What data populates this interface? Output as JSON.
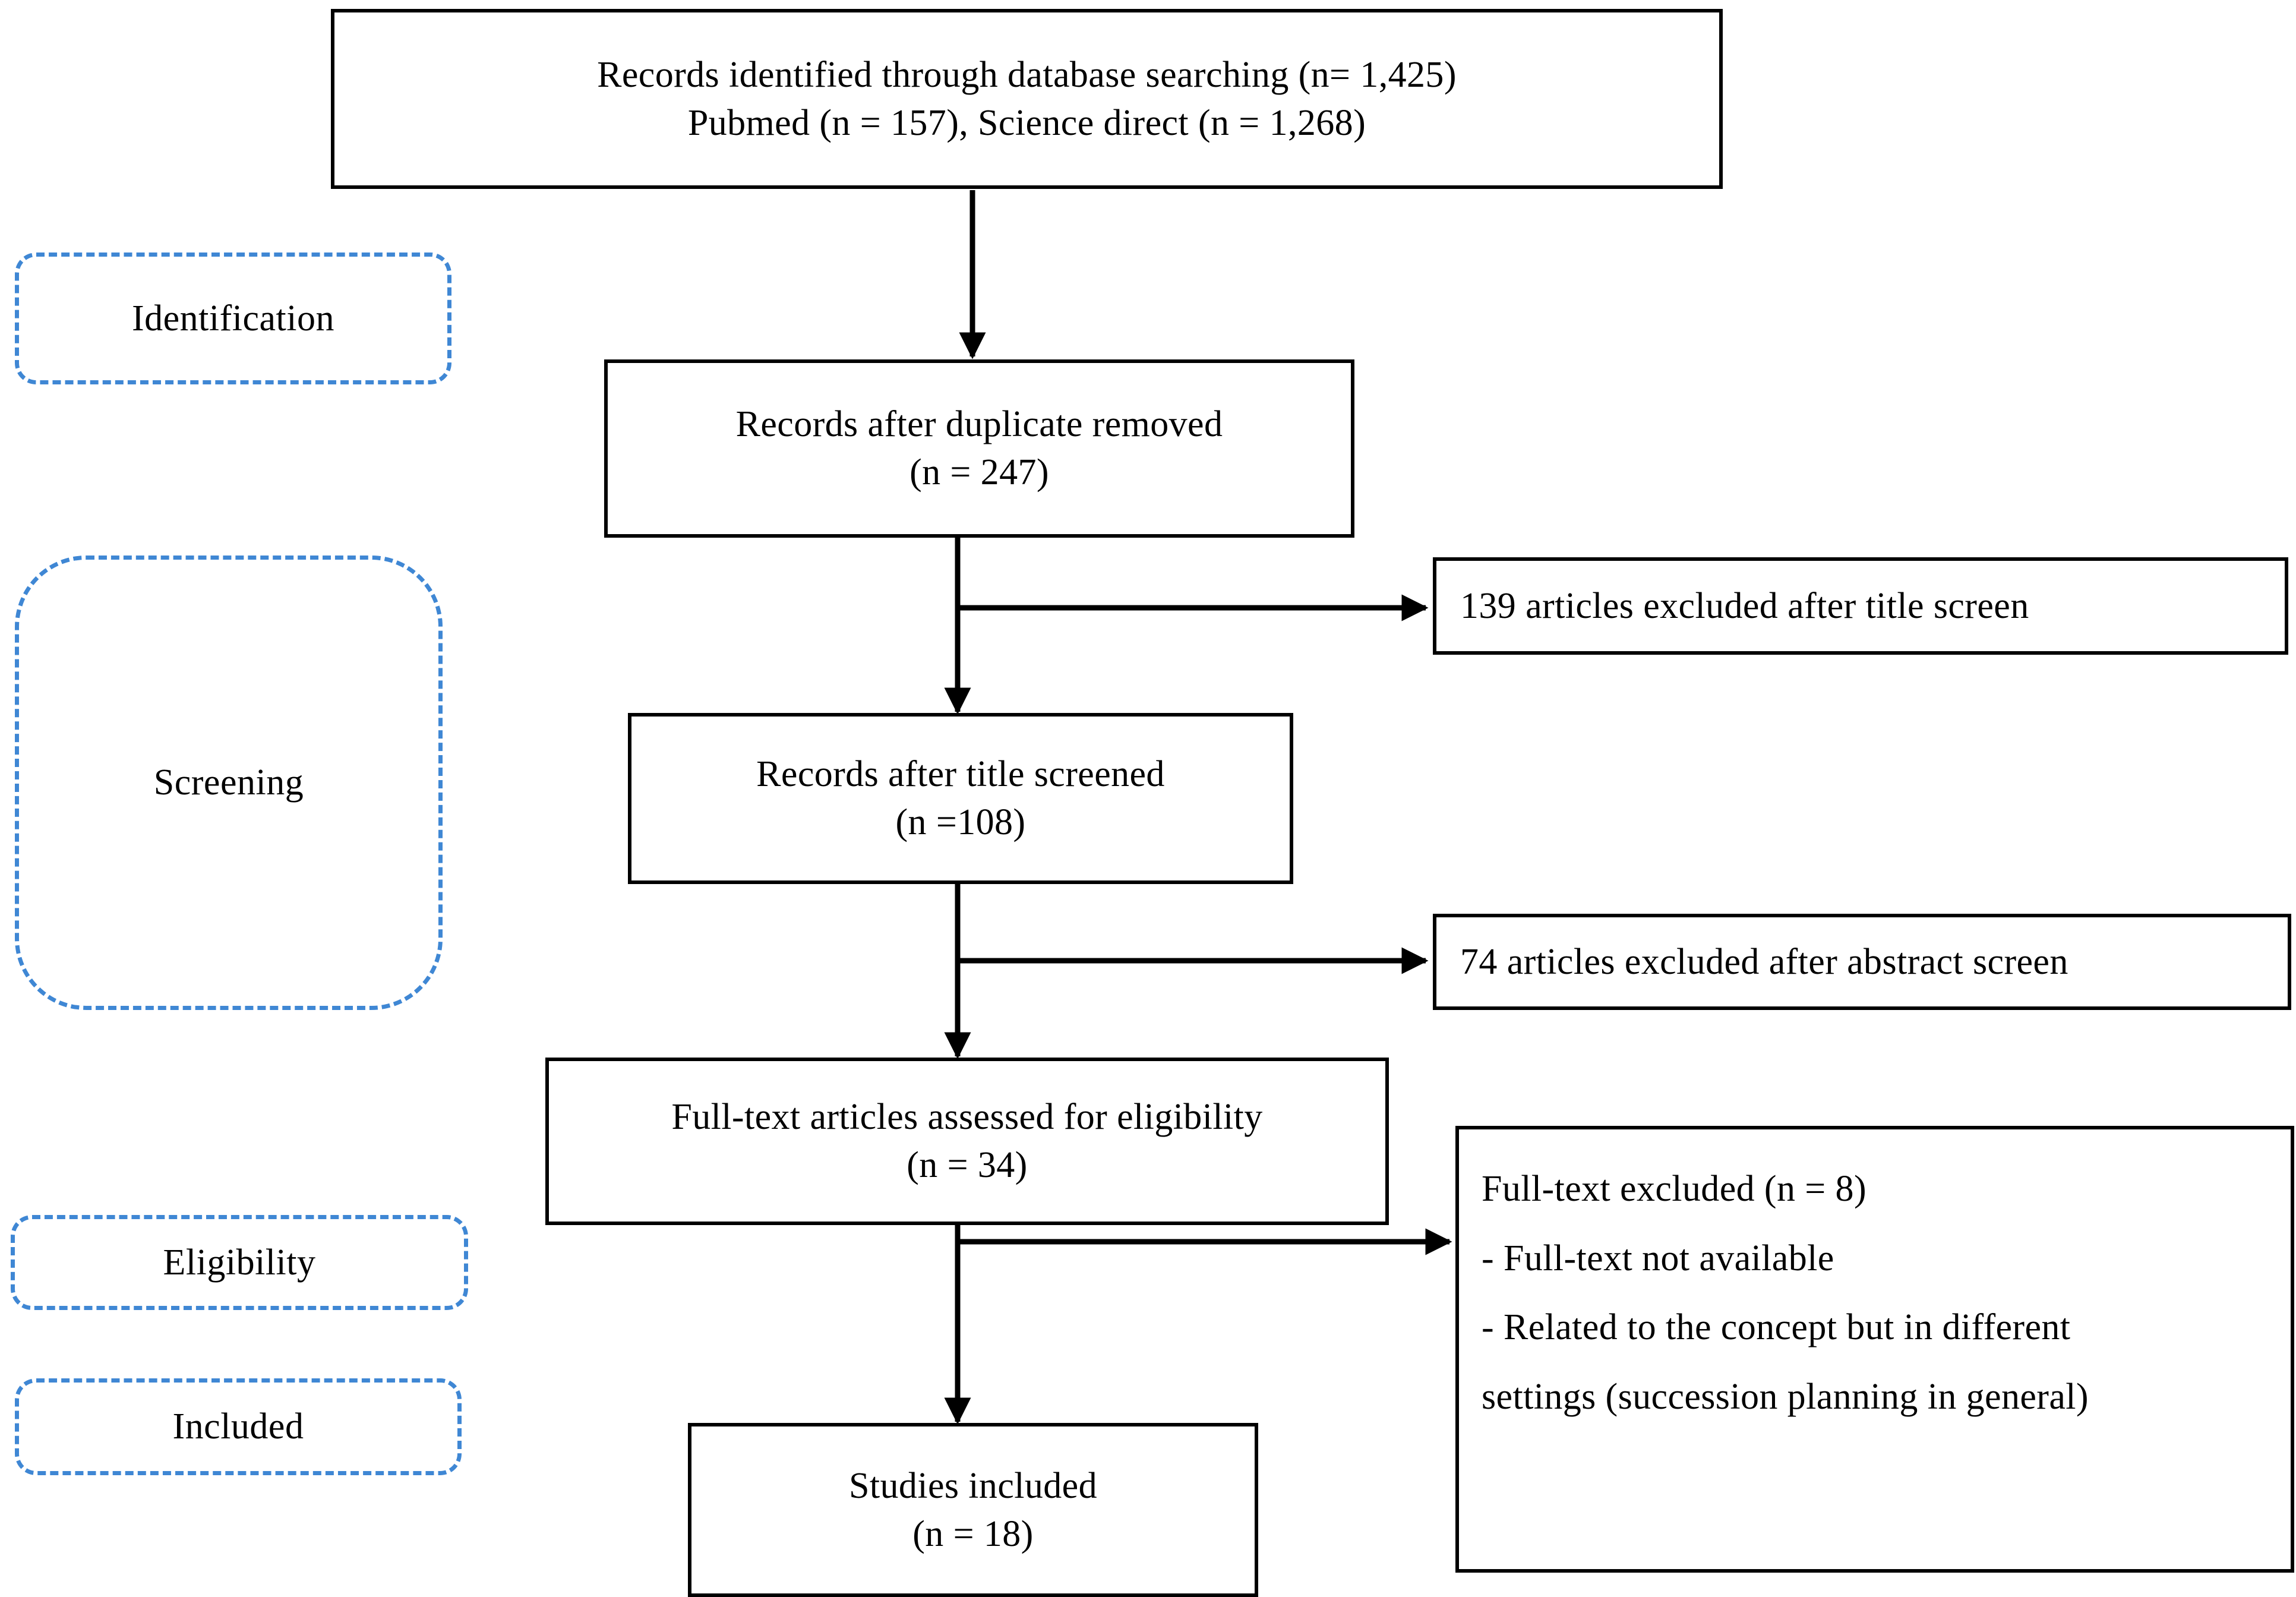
{
  "diagram": {
    "title": "PRISMA study selection flow diagram",
    "accent_color": "#3f87d4",
    "line_color": "#000000",
    "background": "#ffffff"
  },
  "stages": [
    {
      "id": "identification",
      "label": "Identification"
    },
    {
      "id": "screening",
      "label": "Screening"
    },
    {
      "id": "eligibility",
      "label": "Eligibility"
    },
    {
      "id": "included",
      "label": "Included"
    }
  ],
  "flow_boxes": [
    {
      "id": "records-identified",
      "lines": [
        "Records identified through database searching (n= 1,425)",
        "Pubmed (n = 157), Science direct (n = 1,268)"
      ]
    },
    {
      "id": "records-after-duplicates",
      "lines": [
        "Records after duplicate removed",
        "(n = 247)"
      ]
    },
    {
      "id": "records-after-title-screen",
      "lines": [
        "Records after title screened",
        "(n =108)"
      ]
    },
    {
      "id": "full-text-assessed",
      "lines": [
        "Full-text articles assessed for eligibility",
        "(n = 34)"
      ]
    },
    {
      "id": "studies-included",
      "lines": [
        "Studies included",
        "(n = 18)"
      ]
    }
  ],
  "exclusion_boxes": [
    {
      "id": "excluded-title-screen",
      "lines": [
        "139 articles excluded after title screen"
      ]
    },
    {
      "id": "excluded-abstract-screen",
      "lines": [
        "74 articles excluded after abstract screen"
      ]
    },
    {
      "id": "excluded-full-text",
      "lines": [
        "Full-text excluded (n = 8)",
        "- Full-text not available",
        "- Related to the concept but in different",
        "settings (succession planning in general)"
      ]
    }
  ],
  "counts": {
    "identified_total": 1425,
    "pubmed": 157,
    "science_direct": 1268,
    "after_duplicates": 247,
    "excluded_title": 139,
    "after_title_screen": 108,
    "excluded_abstract": 74,
    "full_text_assessed": 34,
    "excluded_full_text": 8,
    "included": 18
  },
  "connectors": [
    {
      "id": "arrow-identified-to-duplicates",
      "type": "vertical-arrow"
    },
    {
      "id": "arrow-duplicates-to-title",
      "type": "vertical-arrow"
    },
    {
      "id": "arrow-title-to-fulltext",
      "type": "vertical-arrow"
    },
    {
      "id": "arrow-fulltext-to-included",
      "type": "vertical-arrow"
    },
    {
      "id": "arrow-branch-title-excluded",
      "type": "horizontal-arrow"
    },
    {
      "id": "arrow-branch-abstract-excluded",
      "type": "horizontal-arrow"
    },
    {
      "id": "arrow-branch-fulltext-excluded",
      "type": "horizontal-arrow"
    }
  ]
}
